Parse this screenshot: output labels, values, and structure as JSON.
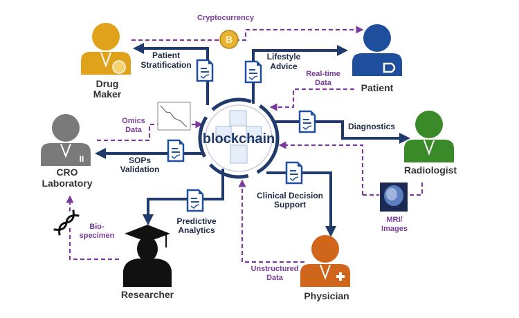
{
  "center": {
    "label": "blockchain"
  },
  "actors": {
    "drug_maker": {
      "line1": "Drug",
      "line2": "Maker",
      "color": "#e0a21b"
    },
    "patient": {
      "line1": "Patient",
      "color": "#1f4f9c"
    },
    "cro": {
      "line1": "CRO",
      "line2": "Laboratory",
      "color": "#7a7a7a"
    },
    "radiologist": {
      "line1": "Radiologist",
      "color": "#3a8a2a"
    },
    "researcher": {
      "line1": "Researcher",
      "color": "#111111"
    },
    "physician": {
      "line1": "Physician",
      "color": "#d0661c"
    }
  },
  "flows": {
    "cryptocurrency": {
      "line1": "Cryptocurrency"
    },
    "patient_stratification": {
      "line1": "Patient",
      "line2": "Stratification"
    },
    "lifestyle_advice": {
      "line1": "Lifestyle",
      "line2": "Advice"
    },
    "realtime_data": {
      "line1": "Real-time",
      "line2": "Data"
    },
    "diagnostics": {
      "line1": "Diagnostics"
    },
    "omics_data": {
      "line1": "Omics",
      "line2": "Data"
    },
    "sops_validation": {
      "line1": "SOPs",
      "line2": "Validation"
    },
    "predictive_analytics": {
      "line1": "Predictive",
      "line2": "Analytics"
    },
    "clinical_decision_support": {
      "line1": "Clinical Decision",
      "line2": "Support"
    },
    "unstructured_data": {
      "line1": "Unstructured",
      "line2": "Data"
    },
    "mri_images": {
      "line1": "MRI/",
      "line2": "Images"
    },
    "bio_specimen": {
      "line1": "Bio-",
      "line2": "specimen"
    }
  },
  "colors": {
    "solid": "#1f3a6b",
    "dashed": "#7a3b9a"
  }
}
